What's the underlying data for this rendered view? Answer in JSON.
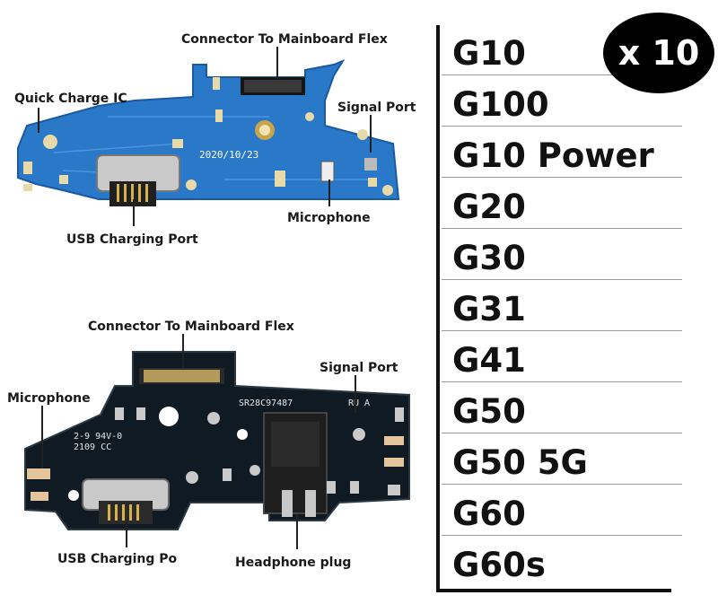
{
  "top_board": {
    "label_connector": "Connector To Mainboard Flex",
    "label_quick_charge": "Quick Charge IC",
    "label_signal": "Signal Port",
    "label_microphone": "Microphone",
    "label_usb": "USB Charging Port",
    "silkscreen_date": "2020/10/23",
    "board_color": "#2a78c8"
  },
  "bottom_board": {
    "label_connector": "Connector To Mainboard Flex",
    "label_signal": "Signal Port",
    "label_microphone": "Microphone",
    "label_usb": "USB Charging Po",
    "label_headphone": "Headphone plug",
    "silk_code": "SR28C97487",
    "silk_rev": "RU A",
    "silk_line1": "2-9 94V-0",
    "silk_line2": "2109 CC",
    "board_color": "#0f1a22"
  },
  "badge": "x 10",
  "models": [
    "G10",
    "G100",
    "G10 Power",
    "G20",
    "G30",
    "G31",
    "G41",
    "G50",
    "G50 5G",
    "G60",
    "G60s"
  ]
}
